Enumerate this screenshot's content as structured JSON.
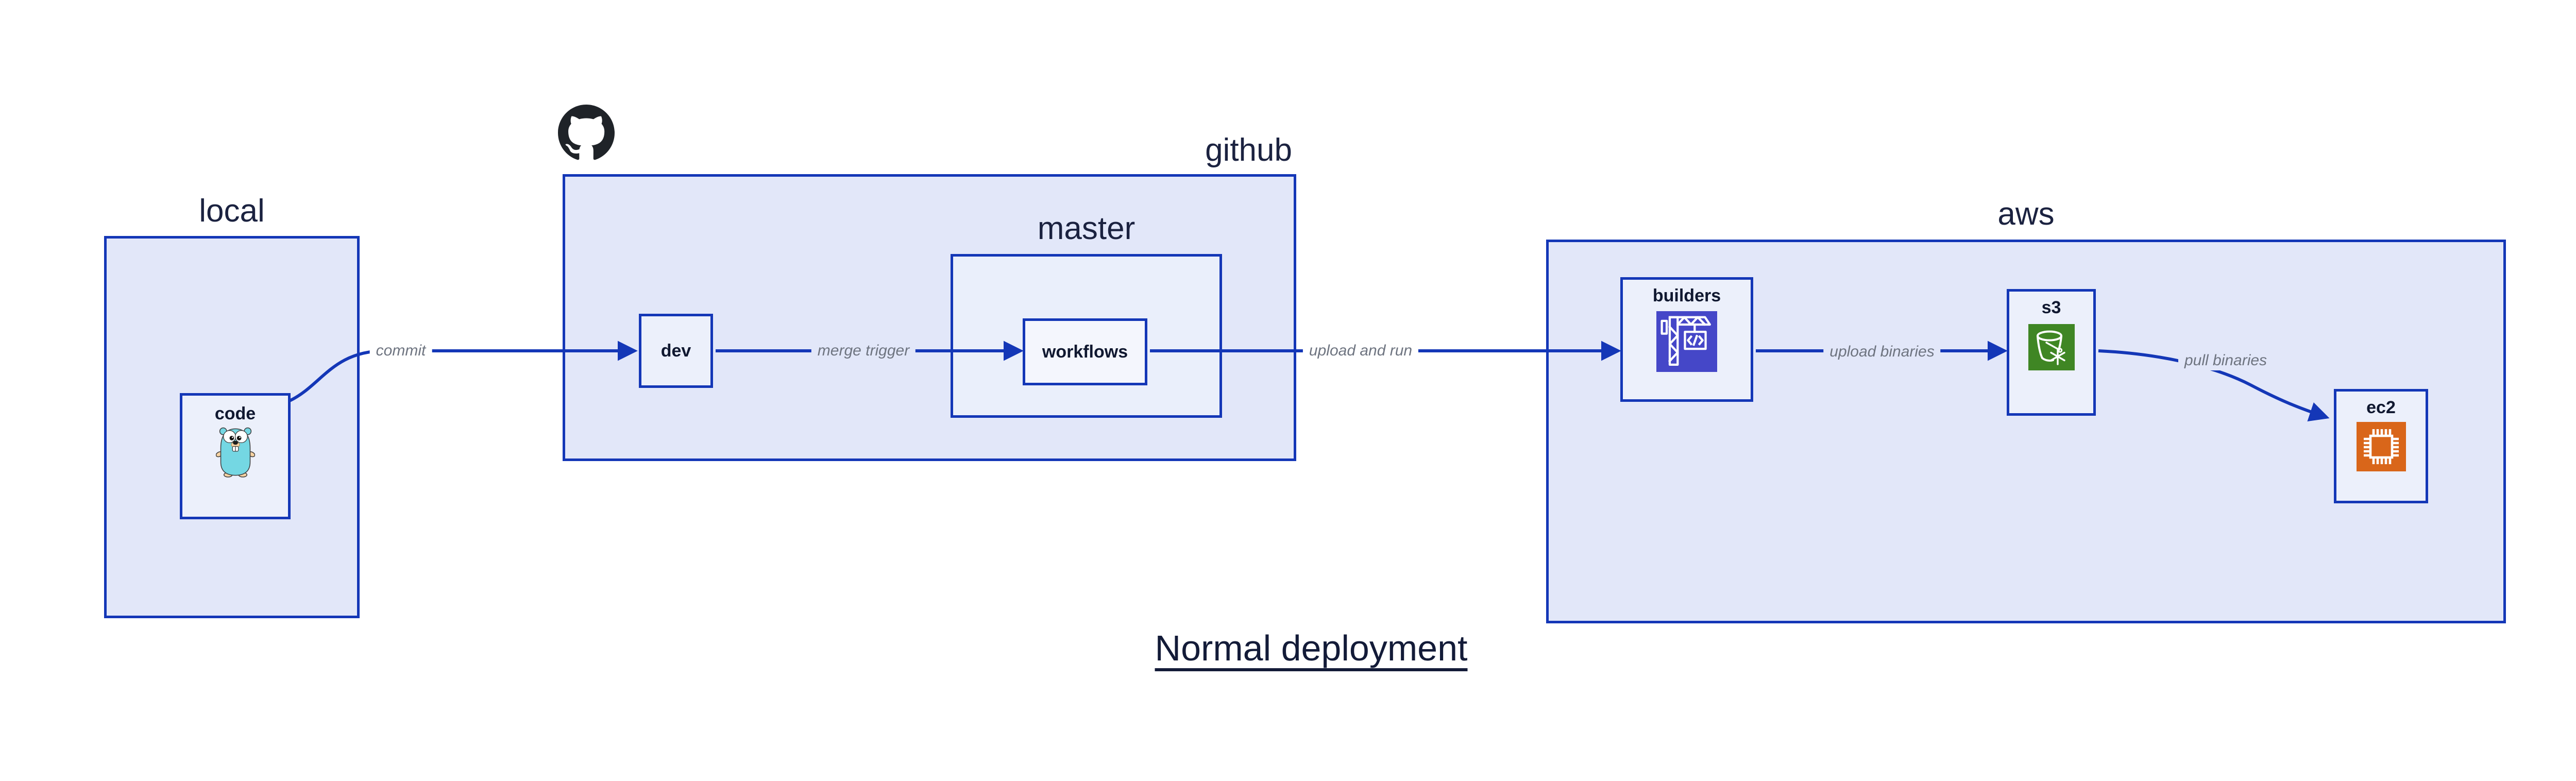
{
  "diagram": {
    "title": "Normal deployment",
    "groups": {
      "local": {
        "label": "local"
      },
      "github": {
        "label": "github"
      },
      "master": {
        "label": "master"
      },
      "aws": {
        "label": "aws"
      }
    },
    "nodes": {
      "code": {
        "label": "code",
        "icon": "go-gopher-icon"
      },
      "dev": {
        "label": "dev"
      },
      "workflows": {
        "label": "workflows"
      },
      "builders": {
        "label": "builders",
        "icon": "codebuild-crane-icon"
      },
      "s3": {
        "label": "s3",
        "icon": "s3-glacier-bucket-icon"
      },
      "ec2": {
        "label": "ec2",
        "icon": "ec2-chip-icon"
      }
    },
    "edges": {
      "commit": {
        "label": "commit",
        "from": "code",
        "to": "dev"
      },
      "merge_trigger": {
        "label": "merge trigger",
        "from": "dev",
        "to": "workflows"
      },
      "upload_and_run": {
        "label": "upload and run",
        "from": "workflows",
        "to": "builders"
      },
      "upload_binaries": {
        "label": "upload binaries",
        "from": "builders",
        "to": "s3"
      },
      "pull_binaries": {
        "label": "pull binaries",
        "from": "s3",
        "to": "ec2"
      }
    },
    "colors": {
      "border_blue": "#1437b7",
      "arrow_blue": "#1437b7",
      "group_fill": "#e2e7f9",
      "master_fill": "#eaeffb",
      "leaf_node_fill": "#ecf0fb",
      "workflows_fill": "#f4f6fd",
      "group_label_navy": "#1b2240",
      "node_label_navy": "#101830",
      "edge_label_gray": "#6e7480",
      "github_logo_black": "#1f2328",
      "gopher_teal": "#74d7e3",
      "codebuild_purple": "#4547c8",
      "s3_green": "#3f8624",
      "ec2_orange": "#d9661a"
    }
  }
}
